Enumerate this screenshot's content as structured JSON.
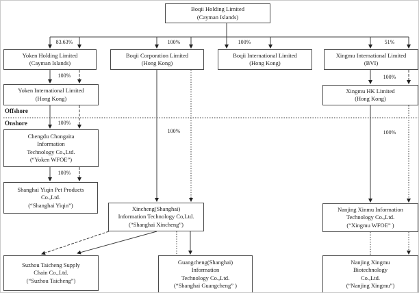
{
  "diagram": {
    "title_node": "Boqii Holding Limited",
    "region_labels": {
      "offshore": "Offshore",
      "onshore": "Onshore"
    },
    "nodes": {
      "boqii_holding": {
        "lines": [
          "Boqii Holding Limited",
          "(Cayman Islands)"
        ]
      },
      "yoken_holding": {
        "lines": [
          "Yoken Holding Limited",
          "(Cayman Islands)"
        ]
      },
      "boqii_corp": {
        "lines": [
          "Boqii Corporation Limited",
          "(Hong Kong)"
        ]
      },
      "boqii_intl": {
        "lines": [
          "Boqii International Limited",
          "(Hong Kong)"
        ]
      },
      "xingmu_intl": {
        "lines": [
          "Xingmu International Limited",
          "(BVI)"
        ]
      },
      "yoken_intl": {
        "lines": [
          "Yoken International Limited",
          "(Hong Kong)"
        ]
      },
      "xingmu_hk": {
        "lines": [
          "Xingmu HK Limited",
          "(Hong Kong)"
        ]
      },
      "yoken_wfoe": {
        "lines": [
          "Chengdu Chongaita",
          "Information",
          "Technology Co.,Ltd.",
          "(“Yoken WFOE”)"
        ]
      },
      "shanghai_yiqin": {
        "lines": [
          "Shanghai Yiqin Pet Products",
          "Co.,Ltd.",
          "(“Shanghai Yiqin”)"
        ]
      },
      "xincheng": {
        "lines": [
          "Xincheng(Shanghai)",
          "Information Technology Co,Ltd.",
          "(“Shanghai Xincheng”)"
        ]
      },
      "xingmu_wfoe": {
        "lines": [
          "Nanjing Xinmu Information",
          "Technology Co.,Ltd.",
          "(“Xingmu WFOE” )"
        ]
      },
      "suzhou_taicheng": {
        "lines": [
          "Suzhou Taicheng Supply",
          "Chain Co.,Ltd.",
          "(“Suzhou Taicheng”)"
        ]
      },
      "guangcheng": {
        "lines": [
          "Guangcheng(Shanghai)",
          "Information",
          "Technology Co.,Ltd.",
          "(“Shanghai Guangcheng” )"
        ]
      },
      "nanjing_xingmu": {
        "lines": [
          "Nanjing Xingmu",
          "Biotechnology",
          "Co.,Ltd.",
          "(“Nanjing Xingmu”)"
        ]
      }
    },
    "ownership": {
      "yoken_holding": "83.63%",
      "boqii_corp": "100%",
      "boqii_intl": "100%",
      "xingmu_intl": "51%",
      "yoken_intl": "100%",
      "xingmu_hk": "100%",
      "yoken_wfoe": "100%",
      "shanghai_yiqin": "100%",
      "shanghai_xincheng": "100%",
      "xingmu_wfoe": "100%"
    },
    "line_color": "#3d3d3d"
  }
}
